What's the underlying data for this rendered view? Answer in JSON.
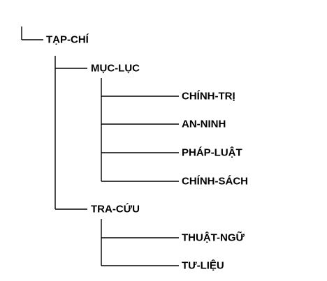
{
  "tree": {
    "root": {
      "label": "TẠP-CHÍ"
    },
    "branches": [
      {
        "label": "MỤC-LỤC",
        "children": [
          {
            "label": "CHÍNH-TRỊ"
          },
          {
            "label": "AN-NINH"
          },
          {
            "label": "PHÁP-LUẬT"
          },
          {
            "label": "CHÍNH-SÁCH"
          }
        ]
      },
      {
        "label": "TRA-CỨU",
        "children": [
          {
            "label": "THUẬT-NGỮ"
          },
          {
            "label": "TƯ-LIỆU"
          }
        ]
      }
    ]
  }
}
